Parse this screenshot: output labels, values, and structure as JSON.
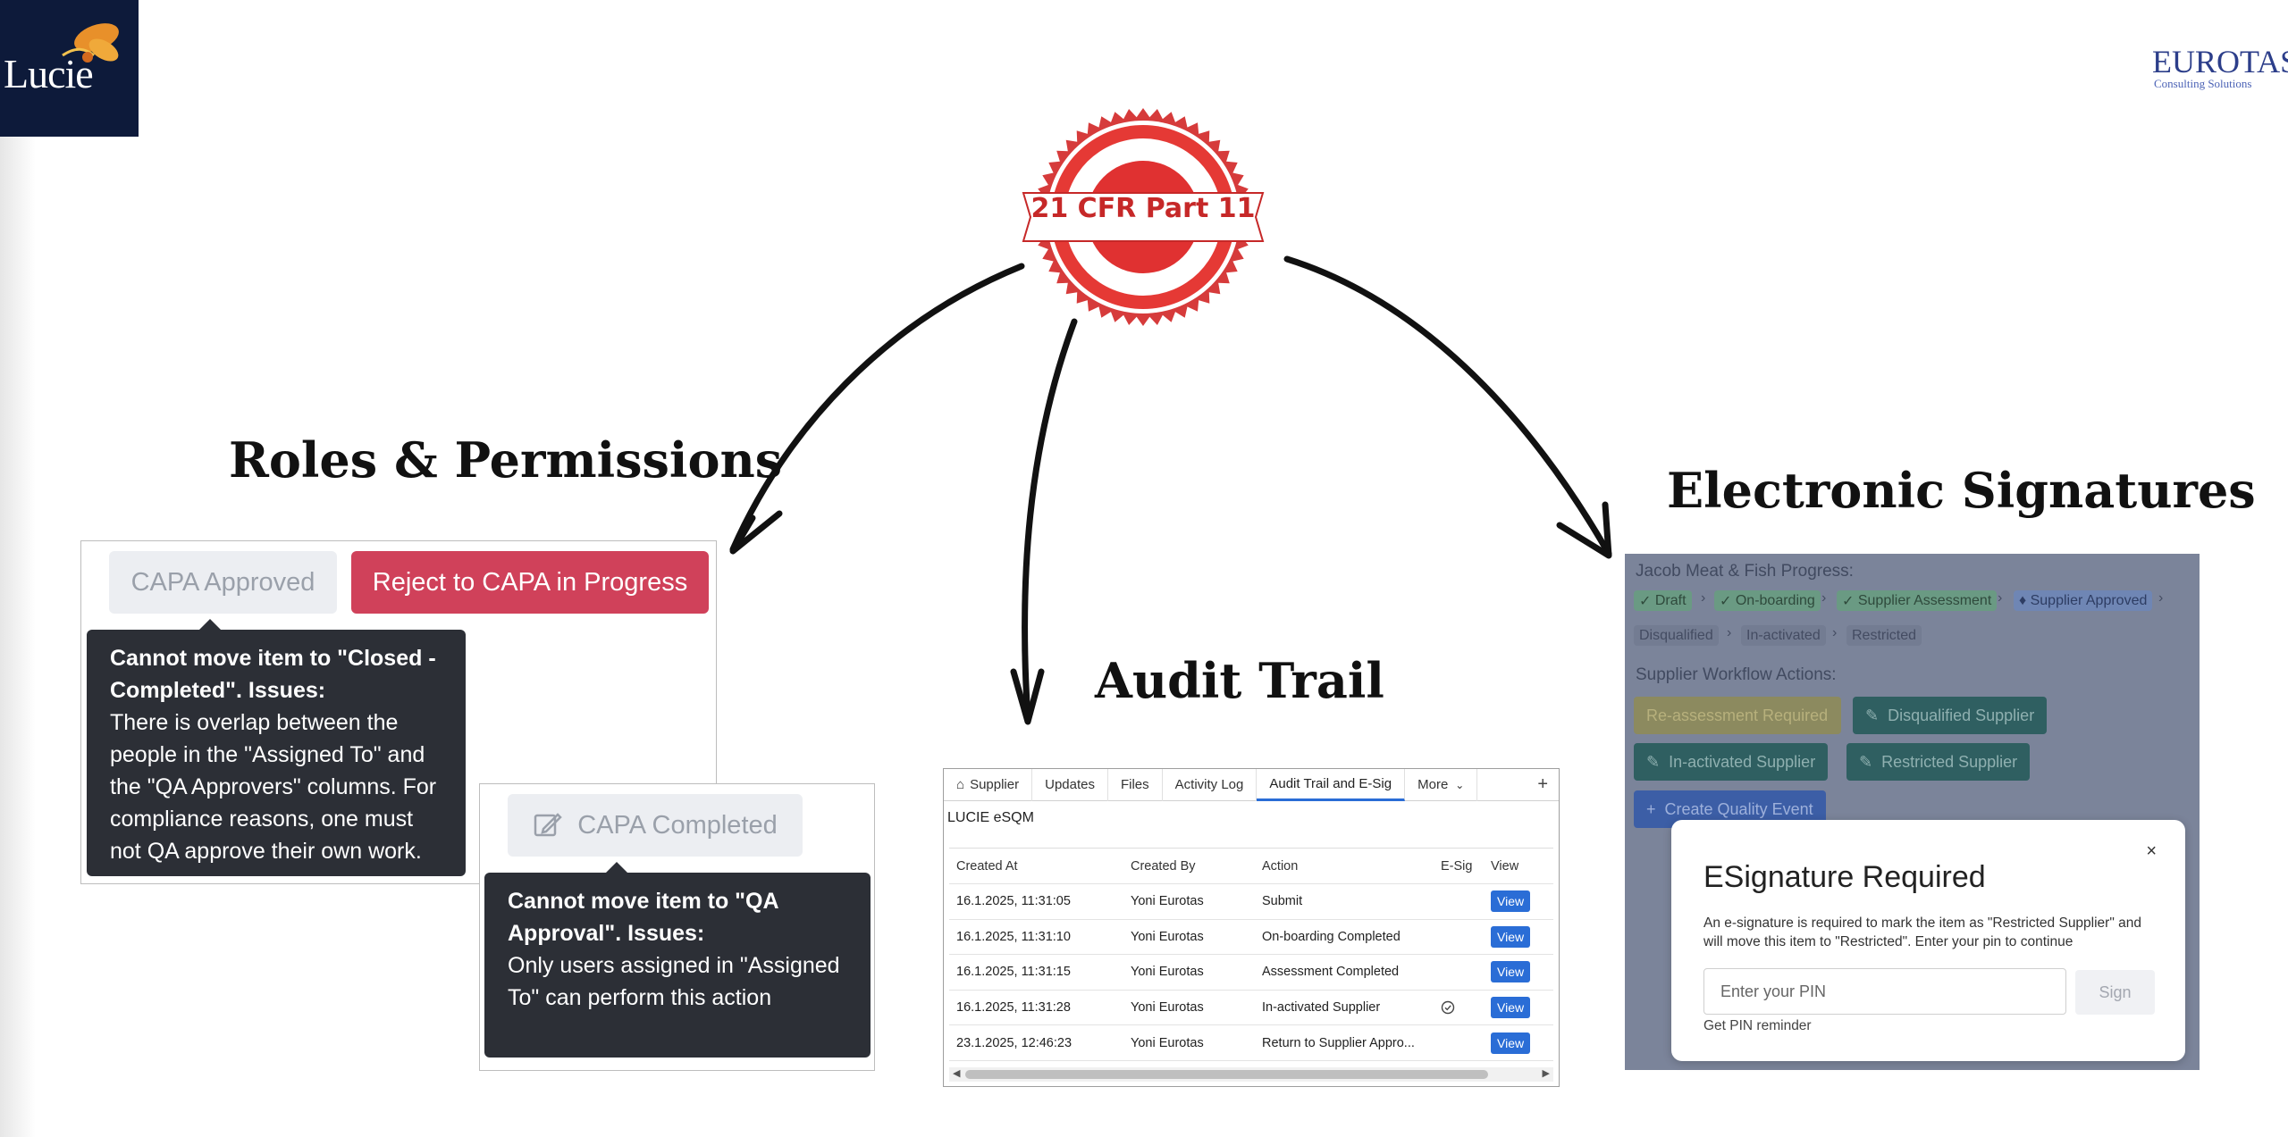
{
  "logos": {
    "left_wordmark": "Lucie",
    "right_wordmark": "EUROTAS",
    "right_tagline": "Consulting Solutions"
  },
  "seal": {
    "label": "21 CFR Part 11",
    "color": "#d32f2f"
  },
  "headings": {
    "roles": "Roles & Permissions",
    "audit": "Audit Trail",
    "esig": "Electronic Signatures"
  },
  "roles": {
    "btn_capa_approved": "CAPA Approved",
    "btn_reject": "Reject to CAPA in Progress",
    "tooltip1_title": "Cannot move item to \"Closed - Completed\". Issues:",
    "tooltip1_body": "There is overlap between the people in the \"Assigned To\" and the \"QA Approvers\" columns. For compliance reasons, one must not QA approve their own work.",
    "btn_capa_completed": "CAPA Completed",
    "tooltip2_title": "Cannot move item to \"QA Approval\". Issues:",
    "tooltip2_body": "Only users assigned in \"Assigned To\" can perform this action",
    "icon_edit": "edit-icon"
  },
  "audit": {
    "tabs": [
      "Supplier",
      "Updates",
      "Files",
      "Activity Log",
      "Audit Trail and E-Sig",
      "More"
    ],
    "active_tab": "Audit Trail and E-Sig",
    "plus": "+",
    "app_name": "LUCIE eSQM",
    "columns": [
      "Created At",
      "Created By",
      "Action",
      "E-Sig",
      "View"
    ],
    "rows": [
      [
        "16.1.2025, 11:31:05",
        "Yoni Eurotas",
        "Submit",
        "",
        "View"
      ],
      [
        "16.1.2025, 11:31:10",
        "Yoni Eurotas",
        "On-boarding Completed",
        "",
        "View"
      ],
      [
        "16.1.2025, 11:31:15",
        "Yoni Eurotas",
        "Assessment Completed",
        "",
        "View"
      ],
      [
        "16.1.2025, 11:31:28",
        "Yoni Eurotas",
        "In-activated Supplier",
        "check-circle-icon",
        "View"
      ],
      [
        "23.1.2025, 12:46:23",
        "Yoni Eurotas",
        "Return to Supplier Appro...",
        "",
        "View"
      ]
    ]
  },
  "esig": {
    "progress_label": "Jacob Meat & Fish Progress:",
    "stages_row1": [
      "Draft",
      "On-boarding",
      "Supplier Assessment",
      "Supplier Approved"
    ],
    "stages_row2": [
      "Disqualified",
      "In-activated",
      "Restricted"
    ],
    "actions_label": "Supplier Workflow Actions:",
    "actions": [
      "Re-assessment Required",
      "Disqualified Supplier",
      "In-activated Supplier",
      "Restricted Supplier",
      "Create Quality Event"
    ],
    "modal": {
      "title": "ESignature Required",
      "close": "×",
      "message": "An e-signature is required to mark the item as \"Restricted Supplier\" and will move this item to \"Restricted\". Enter your pin to continue",
      "pin_placeholder": "Enter your PIN",
      "sign": "Sign",
      "reminder": "Get PIN reminder"
    }
  }
}
